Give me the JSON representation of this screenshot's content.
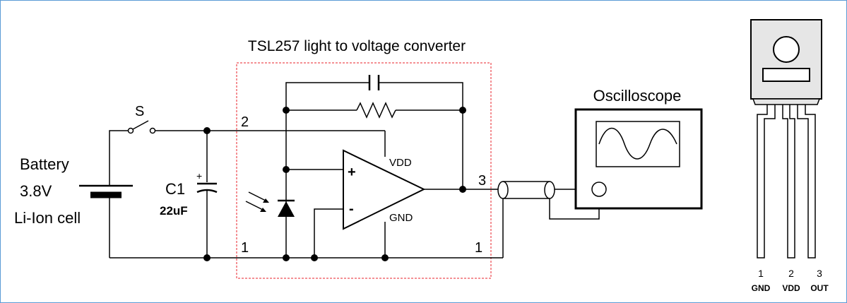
{
  "title": "TSL257 light to voltage converter",
  "battery": {
    "label": "Battery",
    "voltage": "3.8V",
    "type": "Li-Ion cell"
  },
  "switch_label": "S",
  "capacitor": {
    "name": "C1",
    "value": "22uF",
    "polarity": "+"
  },
  "pins": {
    "pin2": "2",
    "pin3": "3",
    "pin1_left": "1",
    "pin1_right": "1"
  },
  "opamp": {
    "plus": "+",
    "minus": "-",
    "vdd": "VDD",
    "gnd": "GND"
  },
  "oscilloscope_label": "Oscilloscope",
  "package_pins": [
    {
      "num": "1",
      "name": "GND"
    },
    {
      "num": "2",
      "name": "VDD"
    },
    {
      "num": "3",
      "name": "OUT"
    }
  ],
  "colors": {
    "frame": "#5b9bd5",
    "boundary": "#e8222a",
    "ink": "#000000",
    "package_fill": "#e6e6e6"
  }
}
